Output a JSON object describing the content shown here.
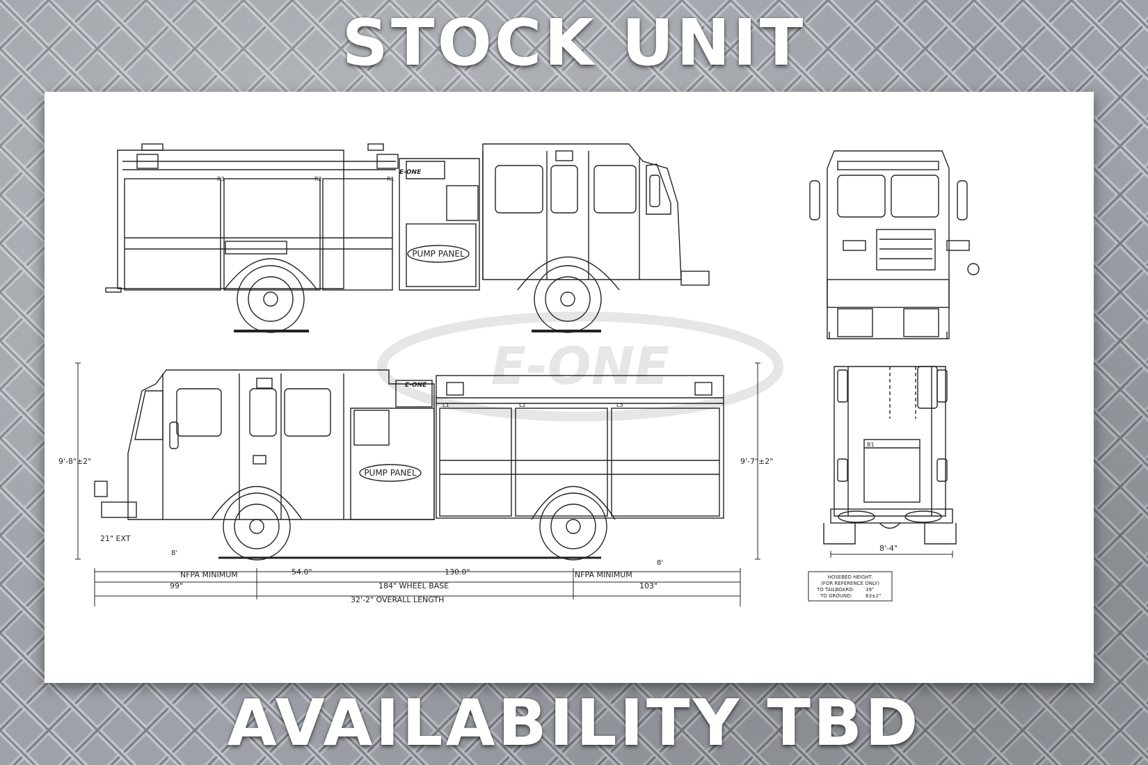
{
  "banner": {
    "top": "STOCK UNIT",
    "bottom": "AVAILABILITY TBD"
  },
  "drawing": {
    "watermark": "E-ONE",
    "badge": "E-ONE",
    "pump_panel_label": "PUMP PANEL",
    "compartment_labels_top": [
      "R3",
      "R2",
      "R1"
    ],
    "compartment_labels_bottom": [
      "L1",
      "L2",
      "L3"
    ],
    "rear_compartment_label": "B1",
    "dimensions": {
      "height_left": "9'-8\"±2\"",
      "height_right": "9'-7\"±2\"",
      "front_ext": "21\" EXT",
      "approach_angle": "8'",
      "departure_angle": "8'",
      "nfpa_left": "NFPA MINIMUM",
      "nfpa_right": "NFPA MINIMUM",
      "dim_54": "54.0\"",
      "dim_130": "130.0\"",
      "dim_99": "99\"",
      "wheel_base": "184\" WHEEL BASE",
      "dim_103": "103\"",
      "overall_length": "32'-2\" OVERALL LENGTH",
      "rear_width": "8'-4\""
    },
    "hosebed": {
      "title": "HOSEBED HEIGHT:",
      "note": "(FOR REFERENCE ONLY)",
      "tailboard_label": "TO TAILBOARD:",
      "tailboard_value": "39\"",
      "ground_label": "TO GROUND:",
      "ground_value": "63±2\""
    }
  }
}
